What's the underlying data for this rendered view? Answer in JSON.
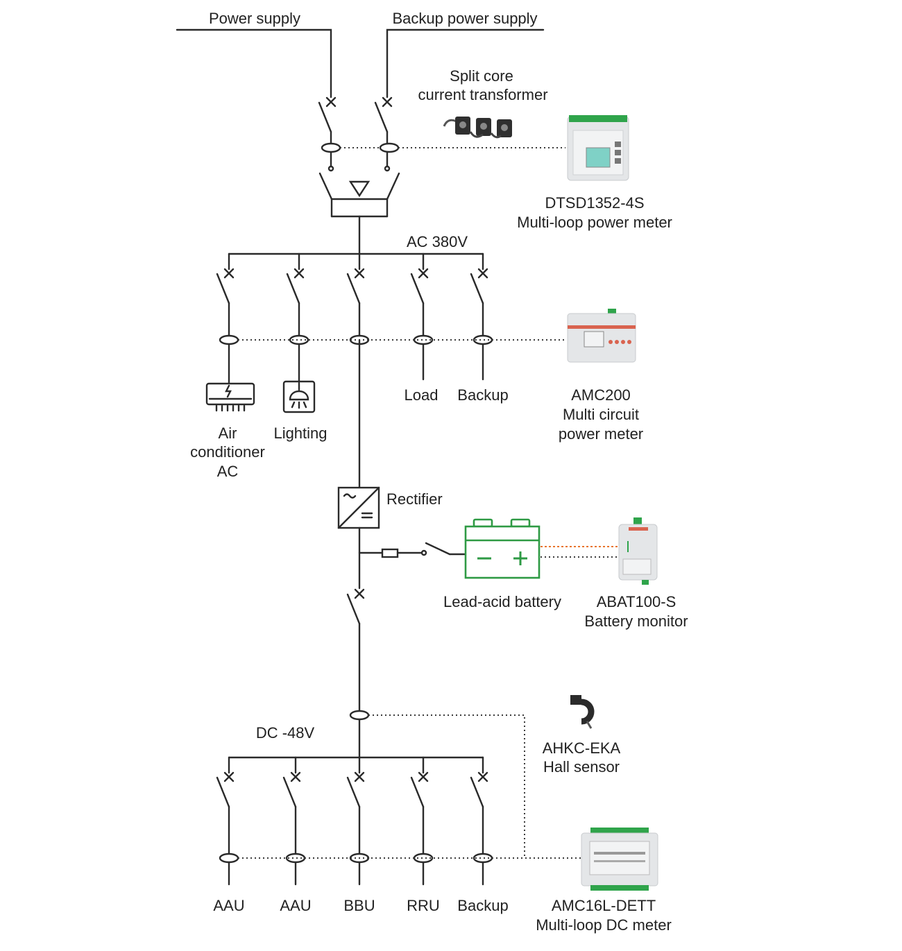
{
  "colors": {
    "line": "#2a2a2a",
    "dotted": "#3a3a3a",
    "battery": "#2e9a44",
    "battery_link": "#e8742a",
    "device_body": "#e4e6e8",
    "device_screen": "#7fd1c6",
    "terminal_green": "#2fa44b",
    "accent_red": "#d9634f"
  },
  "labels": {
    "power_supply": "Power supply",
    "backup_power_supply": "Backup power supply",
    "split_core_line1": "Split core",
    "split_core_line2": "current transformer",
    "dtsd_line1": "DTSD1352-4S",
    "dtsd_line2": "Multi-loop power meter",
    "ac_bus": "AC 380V",
    "air_cond_line1": "Air",
    "air_cond_line2": "conditioner",
    "air_cond_line3": "AC",
    "lighting": "Lighting",
    "load": "Load",
    "backup_ac": "Backup",
    "amc200_line1": "AMC200",
    "amc200_line2": "Multi circuit",
    "amc200_line3": "power meter",
    "rectifier": "Rectifier",
    "battery": "Lead-acid battery",
    "abat_line1": "ABAT100-S",
    "abat_line2": "Battery monitor",
    "dc_bus": "DC -48V",
    "ahkc_line1": "AHKC-EKA",
    "ahkc_line2": "Hall sensor",
    "amc16_line1": "AMC16L-DETT",
    "amc16_line2": "Multi-loop DC meter"
  },
  "dc_loads": [
    "AAU",
    "AAU",
    "BBU",
    "RRU",
    "Backup"
  ],
  "icons": {
    "switch": "circuit-breaker-icon",
    "ct": "current-transformer-icon",
    "ats": "transfer-switch-icon",
    "rectifier": "rectifier-icon",
    "fuse": "fuse-icon",
    "battery": "battery-icon",
    "air_conditioner": "air-conditioner-icon",
    "lighting": "lamp-icon"
  }
}
